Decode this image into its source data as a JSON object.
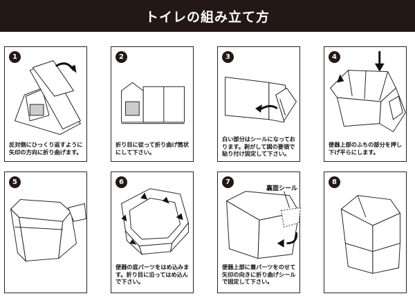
{
  "title": "トイレの組み立て方",
  "steps": [
    {
      "num": "1",
      "text": "反対側にひっくり返すように矢印の方向に折り曲げます。"
    },
    {
      "num": "2",
      "text": "折り目に従って折り曲げ筒状にして下さい。"
    },
    {
      "num": "3",
      "text": "白い部分はシールになっております。剥がして図の要領で貼り付け固定して下さい。"
    },
    {
      "num": "4",
      "text": "便器上部のふちの部分を押し下げ平らにします。"
    },
    {
      "num": "5",
      "text": ""
    },
    {
      "num": "6",
      "text": "便器の底パーツをはめ込みます。折り目に沿ってはめ込んで下さい。"
    },
    {
      "num": "7",
      "text": "便器上部に蓋パーツをのせて矢印の向きに折り曲げシールで固定して下さい。",
      "label": "裏面シール"
    },
    {
      "num": "8",
      "text": ""
    }
  ]
}
